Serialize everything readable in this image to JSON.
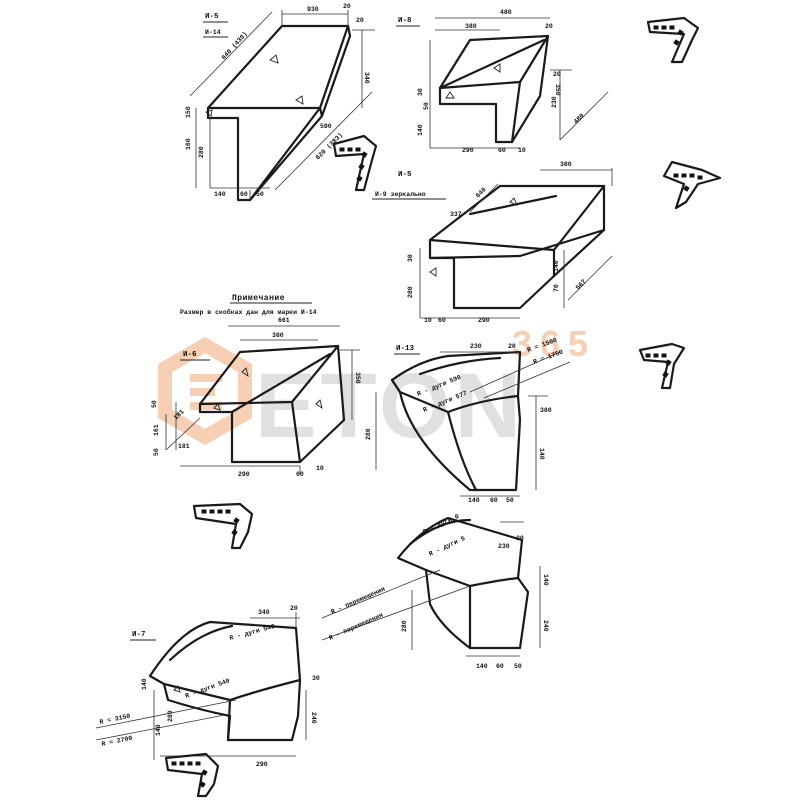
{
  "watermark": {
    "brand": "ETON",
    "digits": "365",
    "color": "#f0a878",
    "gray": "#c8c8c8"
  },
  "note": {
    "title": "Примечание",
    "text": "Размер в скобках дан для марки И-14"
  },
  "blocks": {
    "b1": {
      "mark": "И-5",
      "alt": "И-14",
      "dims": [
        "930",
        "20",
        "20",
        "640 (430)",
        "340",
        "590",
        "150",
        "280",
        "160",
        "620 (383)",
        "140",
        "60",
        "50"
      ]
    },
    "b2": {
      "mark": "И-8",
      "dims": [
        "480",
        "380",
        "20",
        "20",
        "30",
        "50",
        "140",
        "350",
        "230",
        "290",
        "60",
        "10",
        "480"
      ]
    },
    "b3": {
      "mark": "И-5",
      "alt": "И-9 зеркально",
      "dims": [
        "380",
        "640",
        "337",
        "30",
        "140",
        "70",
        "567",
        "280",
        "60",
        "10",
        "290"
      ]
    },
    "b4": {
      "mark": "И-6",
      "dims": [
        "661",
        "380",
        "350",
        "50",
        "181",
        "161",
        "181",
        "50",
        "290",
        "60",
        "10"
      ]
    },
    "b5": {
      "mark": "И-13",
      "dims": [
        "230",
        "20",
        "R = 1500",
        "R = 1750",
        "R - дуги 590",
        "R - дуги 577",
        "380",
        "140",
        "280",
        "140",
        "60",
        "50"
      ]
    },
    "b6": {
      "mark": "",
      "dims": [
        "R - дуги 0",
        "R - дуги 5",
        "230",
        "20",
        "R - перемещения",
        "R - перемещения",
        "140",
        "280",
        "240",
        "140",
        "60",
        "50"
      ]
    },
    "b7": {
      "mark": "И-7",
      "dims": [
        "340",
        "20",
        "R - дуги 540",
        "R - дуги 540",
        "R = 3150",
        "R = 2700",
        "140",
        "140",
        "280",
        "240",
        "290",
        "30"
      ]
    }
  }
}
